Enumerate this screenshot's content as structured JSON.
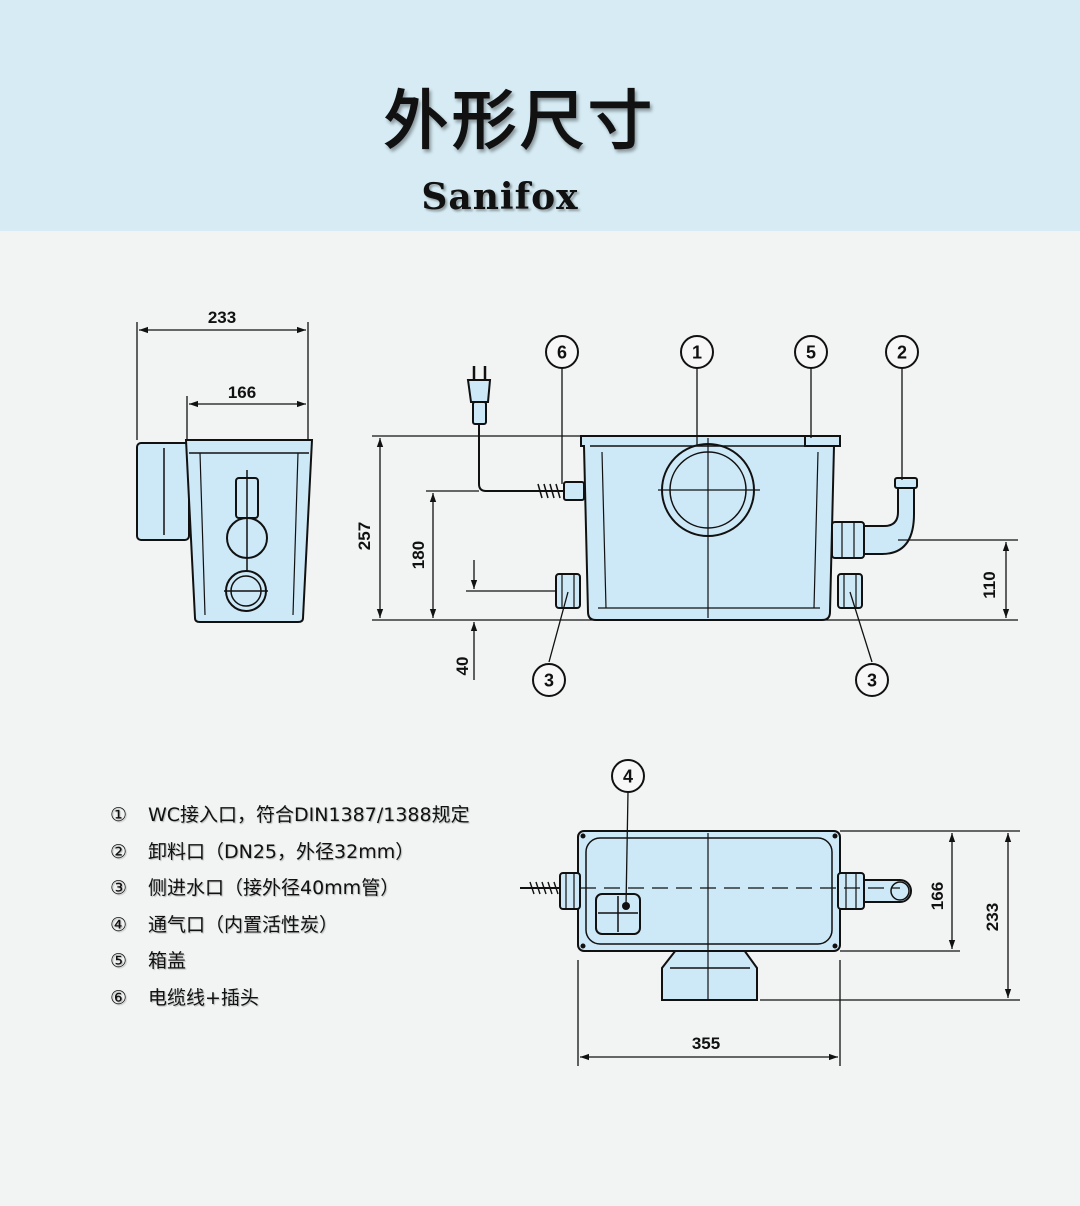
{
  "header": {
    "title": "外形尺寸",
    "brand": "Sanifox"
  },
  "colors": {
    "header_bg": "#d6ebf4",
    "page_bg": "#f2f4f3",
    "body_fill": "#cde8f6",
    "line": "#111111"
  },
  "side_view": {
    "dims": {
      "total_width": "233",
      "tank_width": "166"
    }
  },
  "front_view": {
    "dims": {
      "height": "257",
      "cable_height": "180",
      "inlet_height": "40",
      "discharge_height": "110"
    },
    "callouts": [
      "6",
      "1",
      "5",
      "2",
      "3",
      "3"
    ]
  },
  "top_view": {
    "dims": {
      "width": "355",
      "depth": "166",
      "total_depth": "233"
    },
    "callouts": [
      "4"
    ]
  },
  "legend": [
    {
      "num": "①",
      "text": "WC接入口，符合DIN1387/1388规定"
    },
    {
      "num": "②",
      "text": "卸料口（DN25，外径32mm）"
    },
    {
      "num": "③",
      "text": "侧进水口（接外径40mm管）"
    },
    {
      "num": "④",
      "text": "通气口（内置活性炭）"
    },
    {
      "num": "⑤",
      "text": "箱盖"
    },
    {
      "num": "⑥",
      "text": "电缆线+插头"
    }
  ]
}
